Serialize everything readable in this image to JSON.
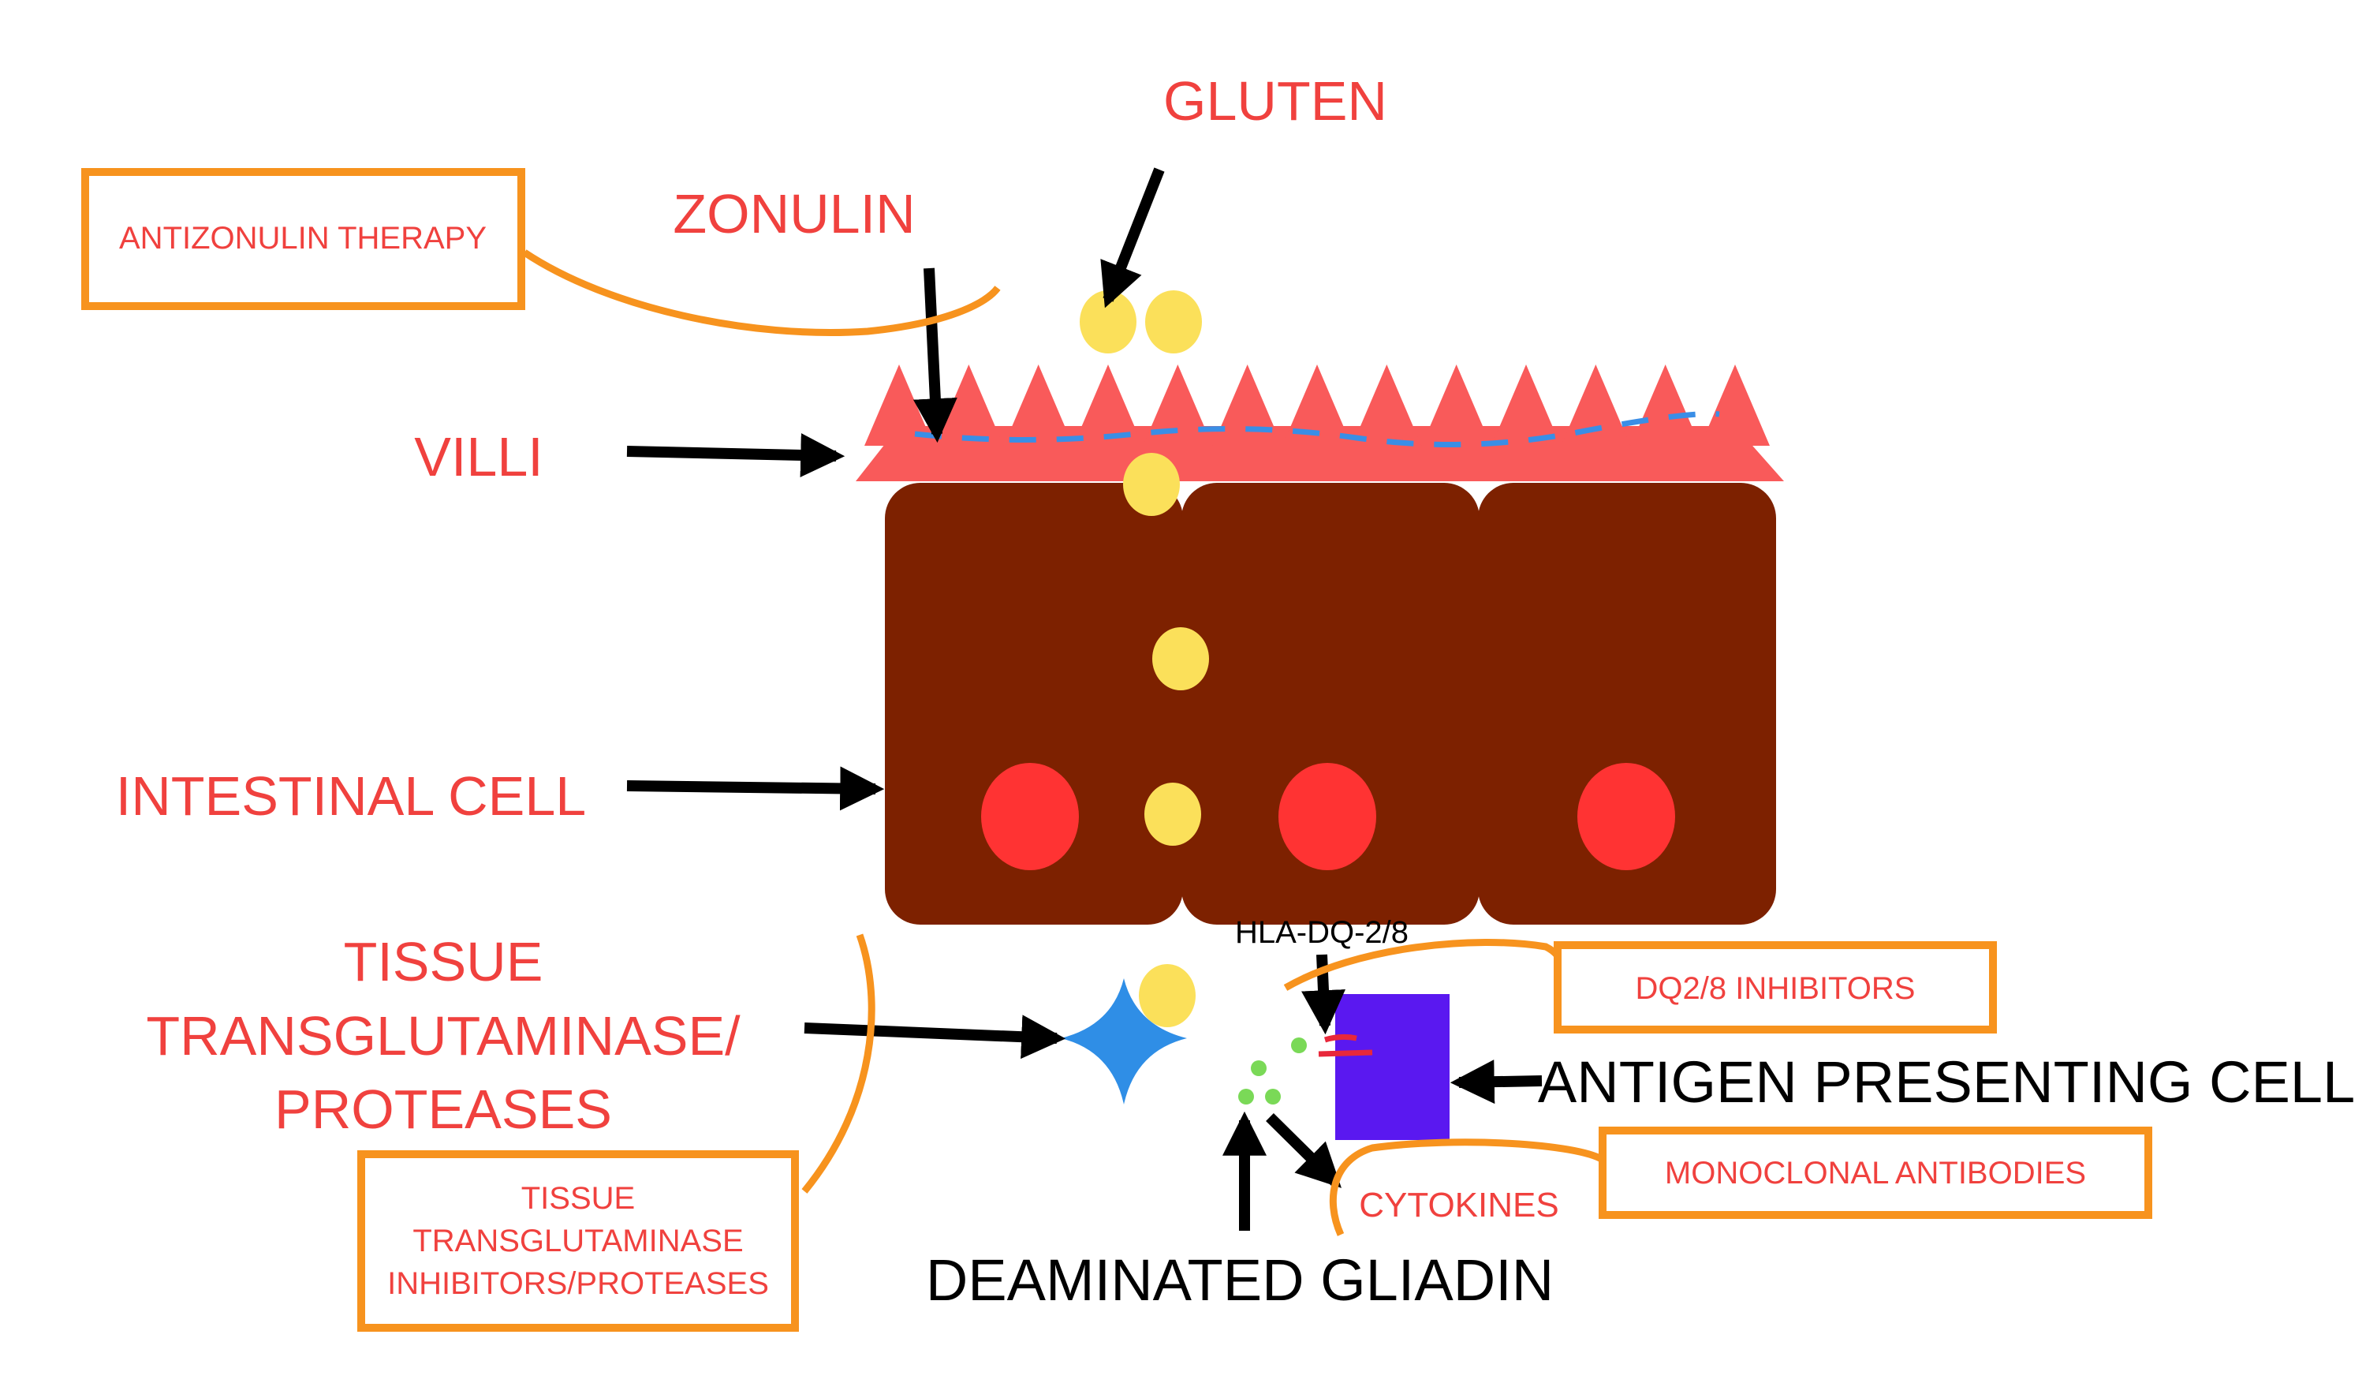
{
  "labels": {
    "gluten": "GLUTEN",
    "zonulin": "ZONULIN",
    "villi": "VILLI",
    "intestinal_cell": "INTESTINAL CELL",
    "ttg_line1": "TISSUE",
    "ttg_line2": "TRANSGLUTAMINASE/",
    "ttg_line3": "PROTEASES",
    "hla": "HLA-DQ-2/8",
    "apc": "ANTIGEN PRESENTING CELL",
    "cytokines": "CYTOKINES",
    "deaminated_gliadin": "DEAMINATED GLIADIN"
  },
  "therapy_boxes": {
    "antizonulin": "ANTIZONULIN THERAPY",
    "dq_inhibitors": "DQ2/8 INHIBITORS",
    "monoclonal": "MONOCLONAL ANTIBODIES",
    "ttg_inhibitors_line1": "TISSUE",
    "ttg_inhibitors_line2": "TRANSGLUTAMINASE",
    "ttg_inhibitors_line3": "INHIBITORS/PROTEASES"
  },
  "colors": {
    "label_red": "#f0413e",
    "therapy_orange": "#f7931e",
    "villi": "#f95a5a",
    "cell_body": "#7d2100",
    "nucleus": "#ff3333",
    "gluten_particle": "#fbe05a",
    "tight_junction": "#3a8ee6",
    "enzyme": "#2f8ee6",
    "apc": "#5a18f0",
    "gliadin_dot": "#7ad957"
  }
}
